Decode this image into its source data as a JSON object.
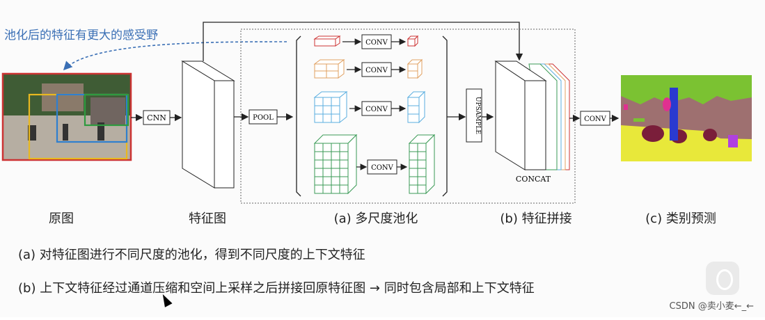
{
  "annotation": "池化后的特征有更大的感受野",
  "boxes": {
    "cnn": "CNN",
    "pool": "POOL",
    "conv": "CONV",
    "upsample": "UPSAMPLE",
    "concat": "CONCAT",
    "final_conv": "CONV"
  },
  "captions": {
    "orig": "原图",
    "feature_map": "特征图",
    "pooling": "(a) 多尺度池化",
    "concat": "(b) 特征拼接",
    "predict": "(c) 类别预测"
  },
  "desc": {
    "a": "(a) 对特征图进行不同尺度的池化，得到不同尺度的上下文特征",
    "b": "(b) 上下文特征经过通道压缩和空间上采样之后拼接回原特征图 → 同时包含局部和上下文特征"
  },
  "watermark": "CSDN @卖小麦←_←",
  "colors": {
    "red": "#cc3333",
    "orange": "#e0a060",
    "blue": "#5aaedf",
    "green": "#3a9a55",
    "annotation": "#3a6fb5"
  }
}
